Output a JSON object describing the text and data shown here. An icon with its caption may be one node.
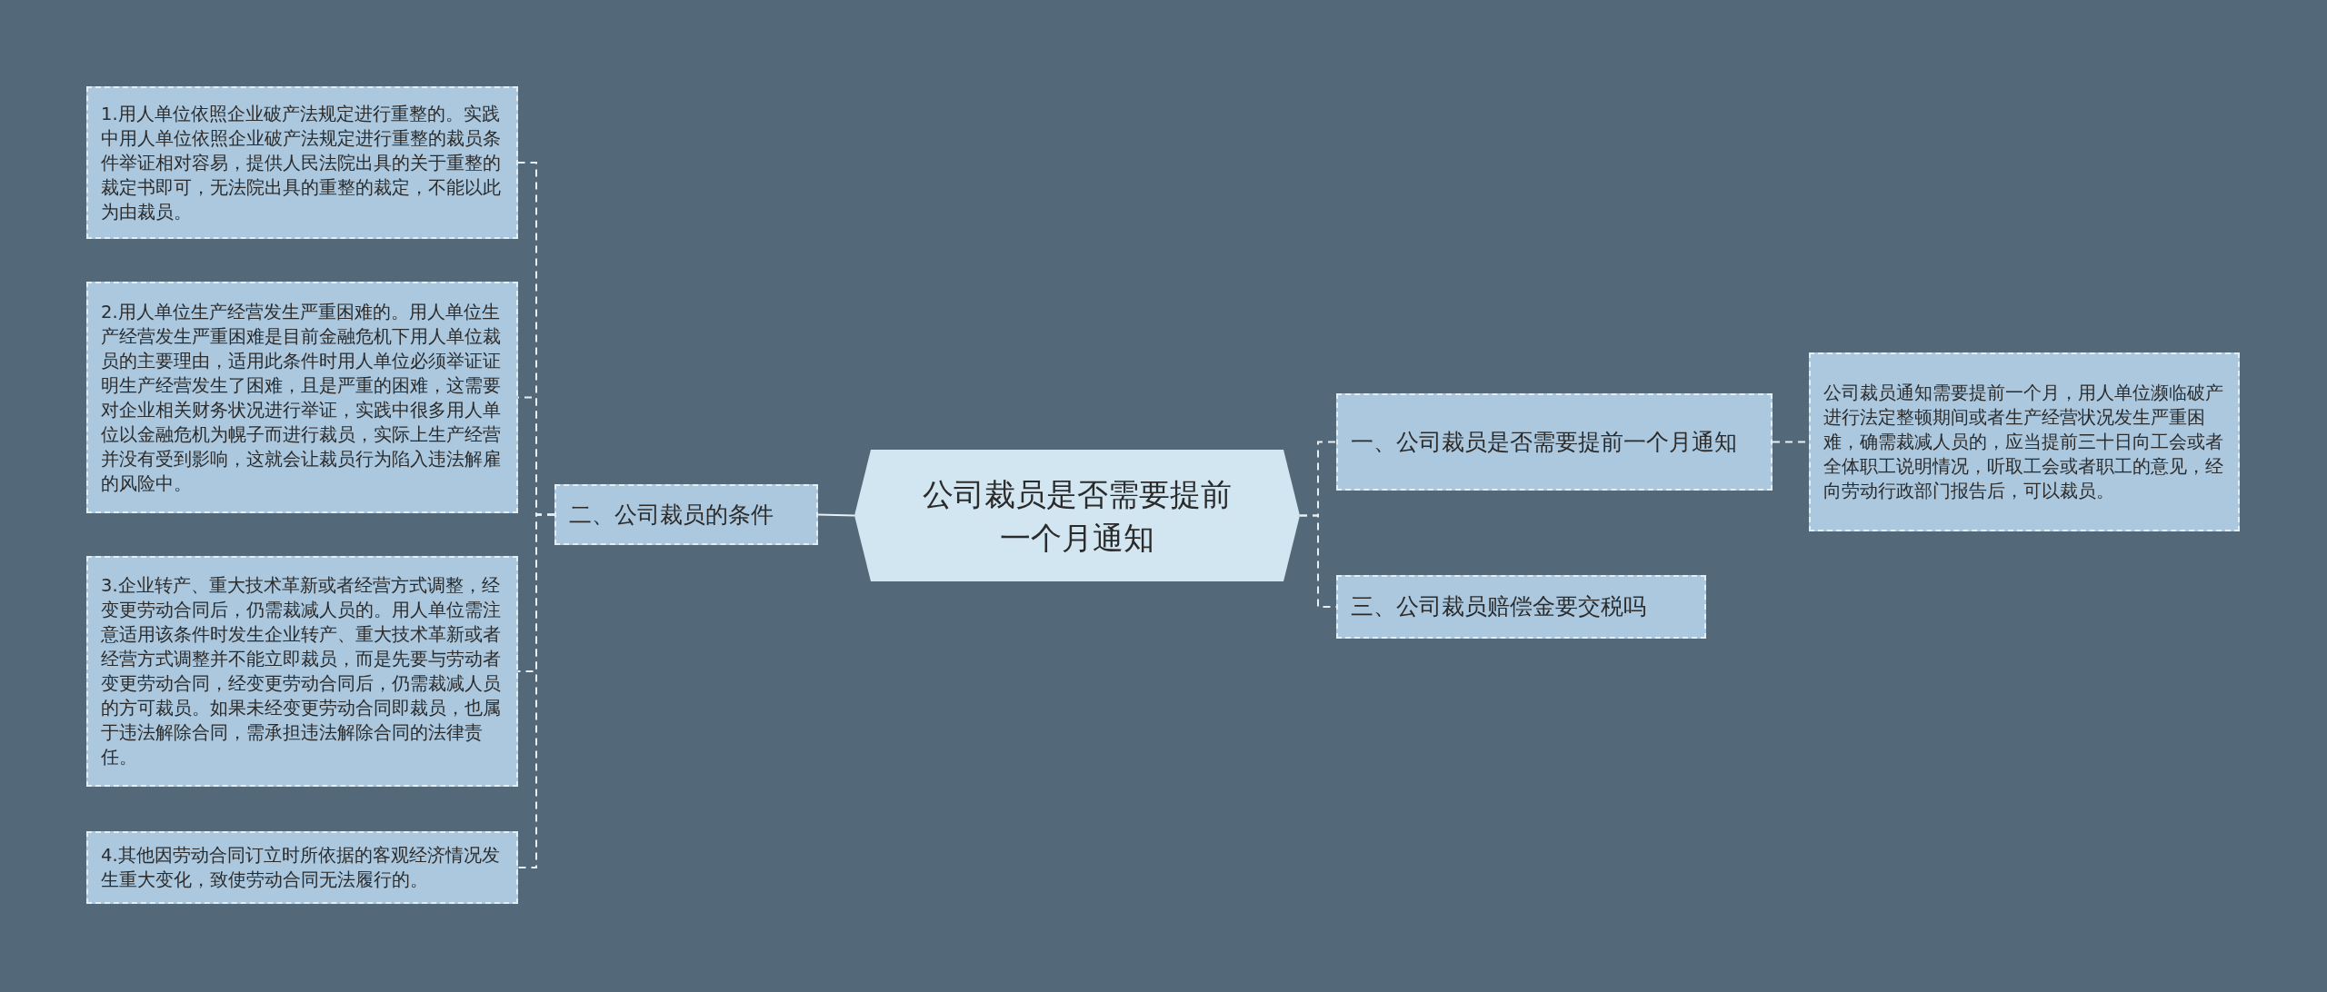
{
  "diagram": {
    "nodes": [
      {
        "text": [
          "公司裁员是否需要提前一个月通知"
        ]
      },
      {
        "text": [
          "二、公司裁员的条件"
        ]
      },
      {
        "text": [
          "1.用人单位依照企业破产法规定进行重整的。实践中用人单位依照企业破产法规定进行重整的裁员条件举证相对容易，提供人民法院出具的关于重整的裁定书即可，无法院出具的重整的裁定，不能以此为由裁员。"
        ]
      },
      {
        "text": [
          "2.用人单位生产经营发生严重困难的。用人单位生产经营发生严重困难是目前金融危机下用人单位裁员的主要理由，适用此条件时用人单位必须举证证明生产经营发生了困难，且是严重的困难，这需要对企业相关财务状况进行举证，实践中很多用人单位以金融危机为幌子而进行裁员，实际上生产经营并没有受到影响，这就会让裁员行为陷入违法解雇的风险中。"
        ]
      },
      {
        "text": [
          "3.企业转产、重大技术革新或者经营方式调整，经变更劳动合同后，仍需裁减人员的。用人单位需注意适用该条件时发生企业转产、重大技术革新或者经营方式调整并不能立即裁员，而是先要与劳动者变更劳动合同，经变更劳动合同后，仍需裁减人员的方可裁员。如果未经变更劳动合同即裁员，也属于违法解除合同，需承担违法解除合同的法律责任。"
        ]
      },
      {
        "text": [
          "4.其他因劳动合同订立时所依据的客观经济情况发生重大变化，致使劳动合同无法履行的。"
        ]
      },
      {
        "text": [
          "一、公司裁员是否需要提前一个月通知"
        ]
      },
      {
        "text": [
          "公司裁员通知需要提前一个月，用人单位濒临破产进行法定整顿期间或者生产经营状况发生严重困难，确需裁减人员的，应当提前三十日向工会或者全体职工说明情况，听取工会或者职工的意见，经向劳动行政部门报告后，可以裁员。"
        ]
      },
      {
        "text": [
          "三、公司裁员赔偿金要交税吗"
        ]
      }
    ],
    "edges": [
      {
        "from": 0,
        "to": 1,
        "arrow": "none"
      },
      {
        "from": 1,
        "to": 2,
        "arrow": "none",
        "style": "dashed"
      },
      {
        "from": 1,
        "to": 3,
        "arrow": "none",
        "style": "dashed"
      },
      {
        "from": 1,
        "to": 4,
        "arrow": "none",
        "style": "dashed"
      },
      {
        "from": 1,
        "to": 5,
        "arrow": "none",
        "style": "dashed"
      },
      {
        "from": 0,
        "to": 6,
        "arrow": "none",
        "style": "dashed"
      },
      {
        "from": 6,
        "to": 7,
        "arrow": "none",
        "style": "dashed"
      },
      {
        "from": 0,
        "to": 8,
        "arrow": "none",
        "style": "dashed"
      }
    ]
  }
}
